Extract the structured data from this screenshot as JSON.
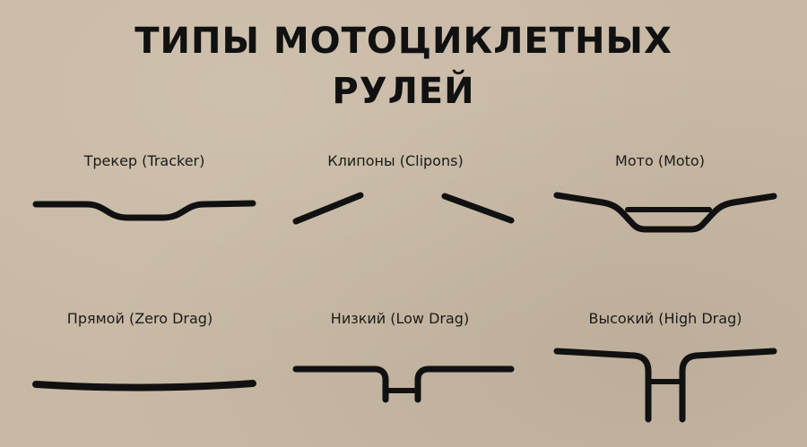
{
  "title": {
    "line1": "ТИПЫ МОТОЦИКЛЕТНЫХ",
    "line2": "РУЛЕЙ"
  },
  "handlebars": [
    {
      "label": "Трекер (Tracker)",
      "icon": "tracker-handlebar-icon"
    },
    {
      "label": "Клипоны (Clipons)",
      "icon": "clipons-handlebar-icon"
    },
    {
      "label": "Мото (Moto)",
      "icon": "moto-handlebar-icon"
    },
    {
      "label": "Прямой (Zero Drag)",
      "icon": "zero-drag-handlebar-icon"
    },
    {
      "label": "Низкий (Low Drag)",
      "icon": "low-drag-handlebar-icon"
    },
    {
      "label": "Высокий (High Drag)",
      "icon": "high-drag-handlebar-icon"
    }
  ],
  "colors": {
    "background": "#c8b9a4",
    "ink": "#111111"
  }
}
